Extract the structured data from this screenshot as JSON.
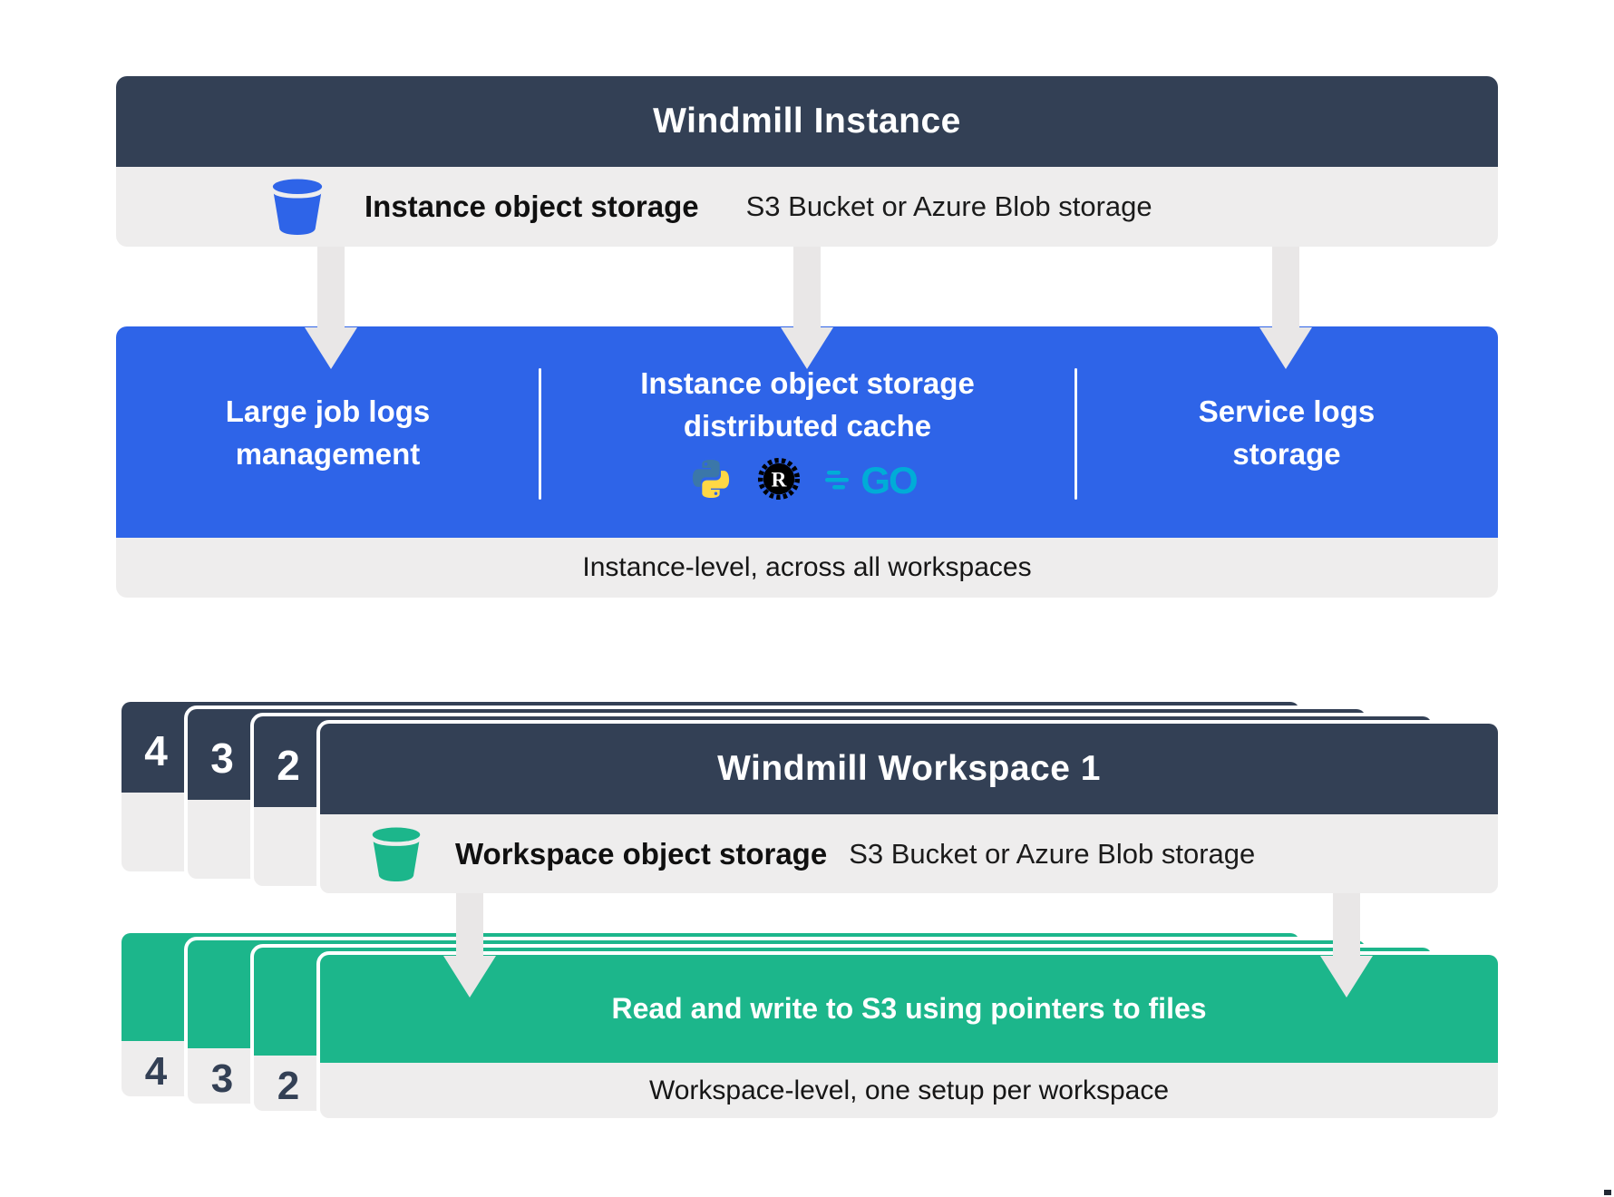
{
  "instance": {
    "title": "Windmill Instance",
    "storage_label": "Instance object storage",
    "storage_detail": "S3 Bucket or Azure Blob storage",
    "features": [
      {
        "lines": [
          "Large job logs",
          "management"
        ]
      },
      {
        "lines": [
          "Instance object storage",
          "distributed cache"
        ]
      },
      {
        "lines": [
          "Service logs",
          "storage"
        ]
      }
    ],
    "scope_note": "Instance-level, across all workspaces"
  },
  "workspace": {
    "title": "Windmill Workspace 1",
    "stack_numbers": [
      "4",
      "3",
      "2"
    ],
    "storage_label": "Workspace object storage",
    "storage_detail": "S3 Bucket or Azure Blob storage",
    "action": "Read and write to S3 using pointers to files",
    "scope_note": "Workspace-level, one setup per workspace"
  },
  "icons": {
    "instance_bucket": "bucket-icon",
    "workspace_bucket": "bucket-icon",
    "languages": [
      "python-icon",
      "rust-icon",
      "go-icon"
    ]
  },
  "colors": {
    "slate": "#334055",
    "blue": "#2e64e8",
    "green": "#1cb68b",
    "panel_gray": "#eeeded",
    "arrow_gray": "#e9e7e7",
    "python_blue": "#3b77a9",
    "python_yellow": "#ffd845",
    "go_cyan": "#00acd7"
  }
}
